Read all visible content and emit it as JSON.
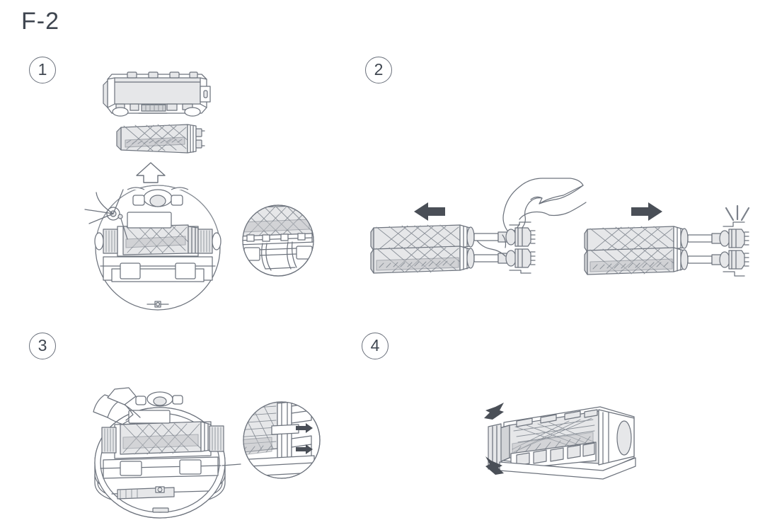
{
  "page": {
    "title": "F-2",
    "background_color": "#ffffff",
    "line_color": "#6d737d",
    "text_color": "#3f4650",
    "arrow_color": "#4a4f57"
  },
  "steps": [
    {
      "number": "1",
      "badge_label": "1",
      "name": "remove-brush-and-cover",
      "arrow": {
        "direction": "up",
        "style": "outline",
        "icon": "arrow-up-outline-icon"
      },
      "parts": [
        {
          "name": "brush-cover",
          "label": "brush cover"
        },
        {
          "name": "roller-brush",
          "label": "roller brush"
        },
        {
          "name": "robot-vacuum-underside",
          "label": "robot vacuum underside"
        },
        {
          "name": "side-brush",
          "label": "side brush"
        },
        {
          "name": "detail-callout",
          "label": "latch detail"
        }
      ]
    },
    {
      "number": "2",
      "badge_label": "2",
      "name": "detach-and-attach-end-cap",
      "arrows": [
        {
          "direction": "left",
          "style": "solid",
          "icon": "arrow-left-solid-icon"
        },
        {
          "direction": "right",
          "style": "solid",
          "icon": "arrow-right-solid-icon"
        }
      ],
      "effect": {
        "name": "click-spark",
        "icon": "snap-click-icon",
        "lines": 3
      },
      "parts": [
        {
          "name": "hand",
          "label": "hand pulling end cap"
        },
        {
          "name": "roller-brush-left",
          "label": "roller brush detached"
        },
        {
          "name": "roller-brush-right",
          "label": "roller brush attached"
        },
        {
          "name": "end-cap",
          "label": "end cap"
        }
      ]
    },
    {
      "number": "3",
      "badge_label": "3",
      "name": "insert-brush-into-body",
      "parts": [
        {
          "name": "hand",
          "label": "hand inserting brush"
        },
        {
          "name": "robot-vacuum-body",
          "label": "robot vacuum body"
        },
        {
          "name": "detail-callout",
          "label": "latch engagement detail"
        }
      ],
      "callout_arrows": [
        {
          "direction": "right",
          "style": "solid",
          "icon": "arrow-right-solid-icon"
        },
        {
          "direction": "right",
          "style": "solid",
          "icon": "arrow-right-solid-icon"
        }
      ]
    },
    {
      "number": "4",
      "badge_label": "4",
      "name": "close-brush-cover",
      "arrows": [
        {
          "direction": "up-curved",
          "style": "solid",
          "icon": "arrow-curve-up-icon"
        },
        {
          "direction": "down-curved",
          "style": "solid",
          "icon": "arrow-curve-down-icon"
        }
      ],
      "parts": [
        {
          "name": "brush-cover",
          "label": "brush cover closing"
        },
        {
          "name": "roller-brush",
          "label": "roller brush seated"
        }
      ]
    }
  ]
}
